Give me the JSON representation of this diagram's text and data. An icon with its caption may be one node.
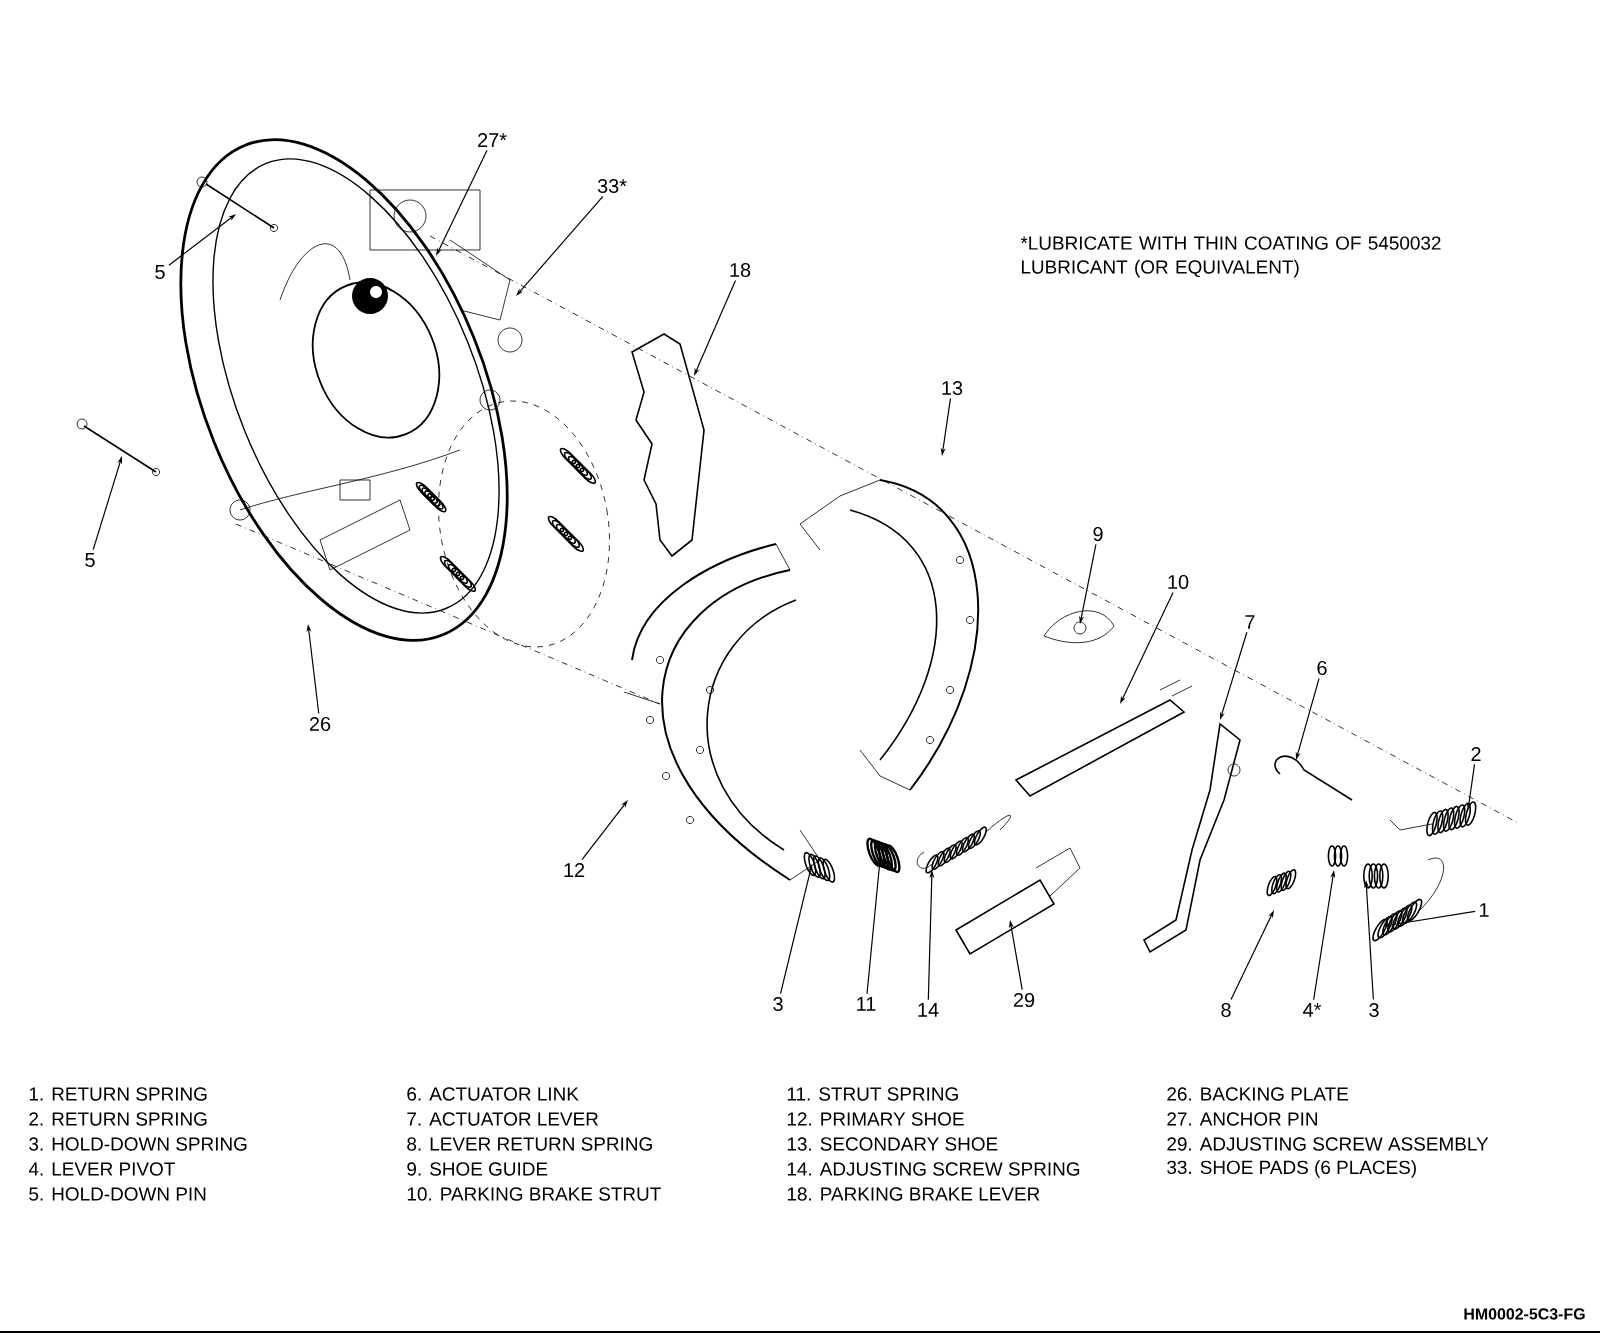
{
  "diagram": {
    "nodes": [
      {
        "text": [
          "27*"
        ]
      },
      {
        "text": [
          "33*"
        ]
      },
      {
        "text": [
          "5"
        ]
      },
      {
        "text": [
          "18"
        ]
      },
      {
        "text": [
          "13"
        ]
      },
      {
        "text": [
          "5"
        ]
      },
      {
        "text": [
          "9"
        ]
      },
      {
        "text": [
          "10"
        ]
      },
      {
        "text": [
          "7"
        ]
      },
      {
        "text": [
          "6"
        ]
      },
      {
        "text": [
          "26"
        ]
      },
      {
        "text": [
          "2"
        ]
      },
      {
        "text": [
          "12"
        ]
      },
      {
        "text": [
          "1"
        ]
      },
      {
        "text": [
          "3"
        ]
      },
      {
        "text": [
          "11"
        ]
      },
      {
        "text": [
          "14"
        ]
      },
      {
        "text": [
          "29"
        ]
      },
      {
        "text": [
          "8"
        ]
      },
      {
        "text": [
          "4*"
        ]
      },
      {
        "text": [
          "3"
        ]
      }
    ],
    "edges": [
      {
        "from": 0,
        "to": null,
        "arrow": "to"
      },
      {
        "from": 1,
        "to": null,
        "arrow": "to"
      },
      {
        "from": 2,
        "to": null,
        "arrow": "to"
      },
      {
        "from": 3,
        "to": null,
        "arrow": "to"
      },
      {
        "from": 4,
        "to": null,
        "arrow": "to"
      },
      {
        "from": 5,
        "to": null,
        "arrow": "to"
      },
      {
        "from": 6,
        "to": null,
        "arrow": "to"
      },
      {
        "from": 7,
        "to": null,
        "arrow": "to"
      },
      {
        "from": 8,
        "to": null,
        "arrow": "to"
      },
      {
        "from": 9,
        "to": null,
        "arrow": "to"
      },
      {
        "from": 10,
        "to": null,
        "arrow": "to"
      },
      {
        "from": 11,
        "to": null,
        "arrow": "to"
      },
      {
        "from": 12,
        "to": null,
        "arrow": "to"
      },
      {
        "from": 13,
        "to": null,
        "arrow": "to"
      },
      {
        "from": 14,
        "to": null,
        "arrow": "to"
      },
      {
        "from": 15,
        "to": null,
        "arrow": "to"
      },
      {
        "from": 16,
        "to": null,
        "arrow": "to"
      },
      {
        "from": 17,
        "to": null,
        "arrow": "to"
      },
      {
        "from": 18,
        "to": null,
        "arrow": "to"
      },
      {
        "from": 19,
        "to": null,
        "arrow": "to"
      },
      {
        "from": 20,
        "to": null,
        "arrow": "to"
      }
    ],
    "labels": [
      "*LUBRICATE WITH THIN COATING OF 5450032 LUBRICANT (OR EQUIVALENT)",
      "1. RETURN SPRING",
      "2. RETURN SPRING",
      "3. HOLD-DOWN SPRING",
      "4. LEVER PIVOT",
      "5. HOLD-DOWN PIN",
      "6. ACTUATOR LINK",
      "7. ACTUATOR LEVER",
      "8. LEVER RETURN SPRING",
      "9. SHOE GUIDE",
      "10. PARKING BRAKE STRUT",
      "11. STRUT SPRING",
      "12. PRIMARY SHOE",
      "13. SECONDARY SHOE",
      "14. ADJUSTING SCREW SPRING",
      "18. PARKING BRAKE LEVER",
      "26. BACKING PLATE",
      "27. ANCHOR PIN",
      "29. ADJUSTING SCREW ASSEMBLY",
      "33. SHOE PADS (6 PLACES)",
      "HM0002-5C3-FG"
    ]
  }
}
